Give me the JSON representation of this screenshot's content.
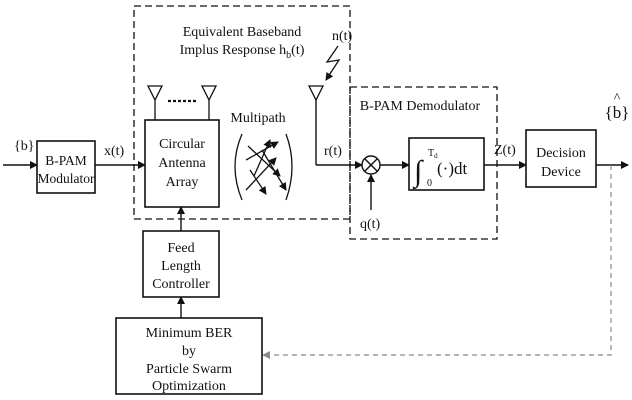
{
  "colors": {
    "ink": "#111111",
    "feedback": "#8a8a8a",
    "box_fill": "#ffffff"
  },
  "input_label": "{b}",
  "output_label": "{b}",
  "output_hat": "^",
  "modulator": {
    "line1": "B-PAM",
    "line2": "Modulator"
  },
  "signal_x": "x(t)",
  "antenna_array": {
    "line1": "Circular",
    "line2": "Antenna",
    "line3": "Array"
  },
  "baseband_region": {
    "line1": "Equivalent Baseband",
    "line2": "Implus Response h",
    "subscript": "b",
    "suffix": "(t)"
  },
  "multipath_label": "Multipath",
  "noise_label": "n(t)",
  "signal_r": "r(t)",
  "demod_region_label": "B-PAM Demodulator",
  "carrier_label": "q(t)",
  "integrator": {
    "integral": "∫",
    "upper": "T",
    "upper_sub": "d",
    "lower": "0",
    "body": "(·)dt"
  },
  "signal_z": "Z(t)",
  "decision": {
    "line1": "Decision",
    "line2": "Device"
  },
  "feed_controller": {
    "line1": "Feed",
    "line2": "Length",
    "line3": "Controller"
  },
  "optimizer": {
    "line1": "Minimum BER",
    "line2": "by",
    "line3": "Particle Swarm",
    "line4": "Optimization"
  },
  "icons": [
    "antenna-icon",
    "multiplier-icon",
    "lightning-icon"
  ]
}
